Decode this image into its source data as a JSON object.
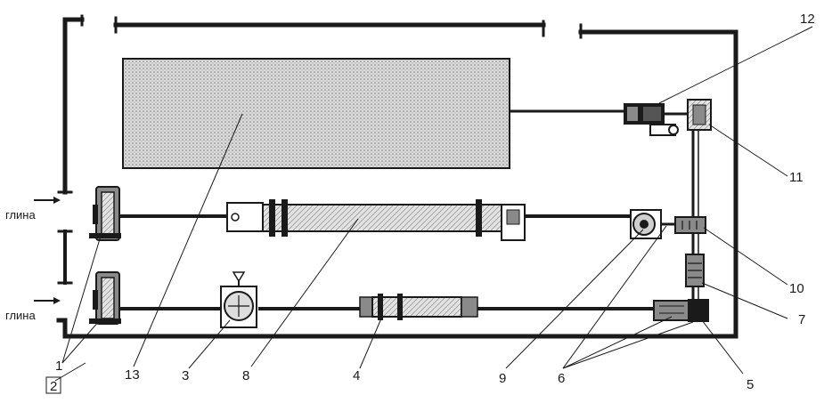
{
  "colors": {
    "ink": "#1a1a1a",
    "shade": "#8a8a8a",
    "hatch": "#c9c9c9",
    "paper": "#ffffff"
  },
  "inputs": [
    {
      "id": "top",
      "text": "глина"
    },
    {
      "id": "bottom",
      "text": "глина"
    }
  ],
  "labels": [
    "1",
    "2",
    "3",
    "4",
    "5",
    "6",
    "7",
    "8",
    "9",
    "10",
    "11",
    "12",
    "13"
  ]
}
